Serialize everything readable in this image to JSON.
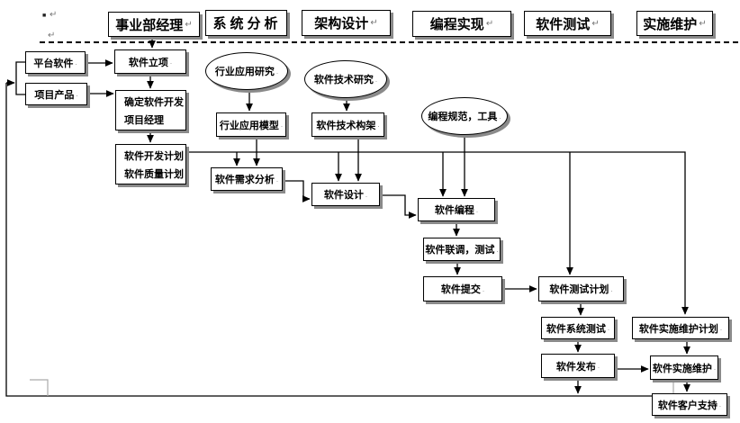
{
  "diagram": {
    "kind": "software-development-process-flowchart",
    "language": "zh-CN",
    "colors": {
      "line": "#000000",
      "box_fill": "#ffffff",
      "box_border": "#000000",
      "shadow": "#8a8a8a",
      "artifact_grey": "#aaaaaa"
    }
  },
  "marks": {
    "bullet": "■",
    "pilcrow": "↵",
    "eol": "."
  },
  "headers": {
    "bu_manager": {
      "label": "事业部经理",
      "mark": "↵"
    },
    "system_analysis": {
      "label": "系统分析",
      "mark": ""
    },
    "architecture_design": {
      "label": "架构设计",
      "mark": "↵"
    },
    "programming": {
      "label": "编程实现",
      "mark": "↵"
    },
    "software_testing": {
      "label": "软件测试",
      "mark": "↵"
    },
    "implementation_maintenance": {
      "label": "实施维护",
      "mark": "↵"
    }
  },
  "nodes": {
    "platform_software": {
      "label": "平台软件"
    },
    "project_product": {
      "label": "项目产品"
    },
    "software_initiation": {
      "label": "软件立项"
    },
    "assign_pm": {
      "line1": "确定软件开发",
      "line2": "项目经理"
    },
    "dev_plan": {
      "line1": "软件开发计划",
      "line2": "软件质量计划"
    },
    "industry_research": {
      "label": "行业应用研究"
    },
    "industry_model": {
      "label": "行业应用模型"
    },
    "requirement_analysis": {
      "label": "软件需求分析"
    },
    "tech_research": {
      "label": "软件技术研究"
    },
    "tech_architecture": {
      "label": "软件技术构架"
    },
    "software_design": {
      "label": "软件设计"
    },
    "coding_standards": {
      "label": "编程规范，工具"
    },
    "software_coding": {
      "label": "软件编程"
    },
    "integration_test": {
      "label": "软件联调，测试"
    },
    "software_submission": {
      "label": "软件提交"
    },
    "test_plan": {
      "label": "软件测试计划"
    },
    "system_test": {
      "label": "软件系统测试"
    },
    "software_release": {
      "label": "软件发布"
    },
    "maintenance_plan": {
      "label": "软件实施维护计划"
    },
    "impl_maintenance": {
      "label": "软件实施维护"
    },
    "customer_support": {
      "label": "软件客户支持"
    }
  }
}
